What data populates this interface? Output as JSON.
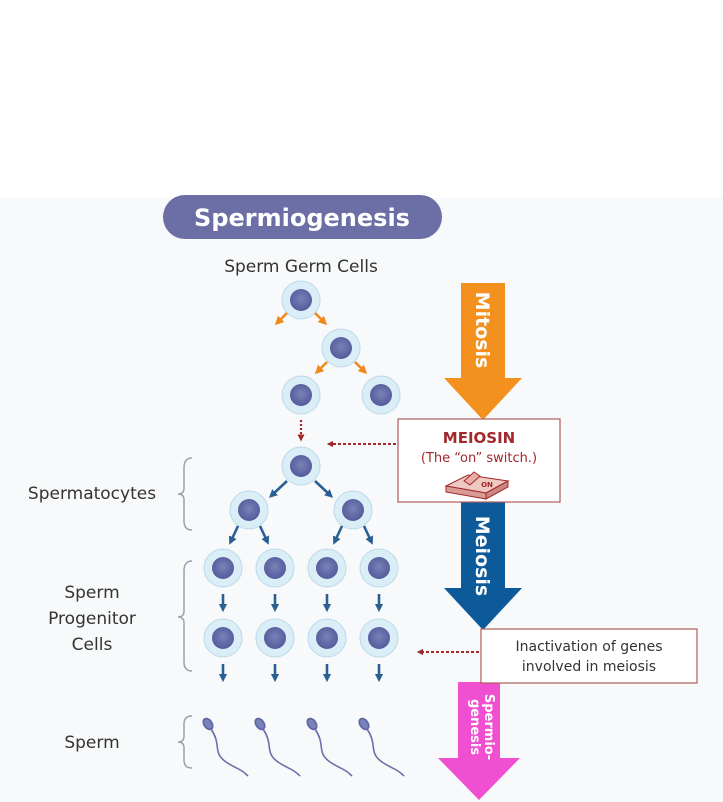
{
  "title": "Spermiogenesis",
  "labels": {
    "germ_cells": "Sperm Germ Cells",
    "spermatocytes": "Spermatocytes",
    "progenitor_line1": "Sperm",
    "progenitor_line2": "Progenitor",
    "progenitor_line3": "Cells",
    "sperm": "Sperm"
  },
  "arrows": {
    "mitosis": "Mitosis",
    "meiosis": "Meiosis",
    "spermiogenesis_line1": "Spermio-",
    "spermiogenesis_line2": "genesis"
  },
  "meiosin_box": {
    "title": "MEIOSIN",
    "subtitle": "(The “on” switch.)",
    "switch_label": "ON"
  },
  "inactivation_box": {
    "line1": "Inactivation of genes",
    "line2": "involved in meiosis"
  },
  "colors": {
    "title_pill": "#6b6fa6",
    "mitosis": "#f3901e",
    "meiosis": "#0d5a9a",
    "spermiogenesis": "#ef4fd0",
    "cell_fill": "#5b64a4",
    "cell_ring": "#d9eef7",
    "dark_red": "#a3272b",
    "small_arrow_blue": "#2a5f93",
    "small_arrow_orange": "#f0891c",
    "bg_panel": "#f6f8f9"
  }
}
